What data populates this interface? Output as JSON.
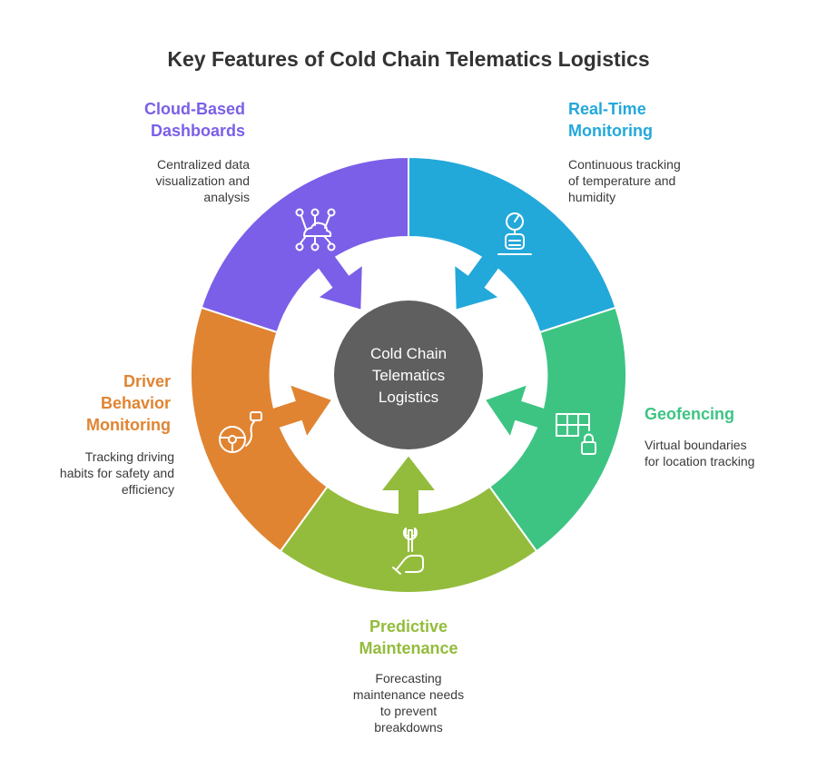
{
  "title": "Key Features of Cold Chain Telematics Logistics",
  "center": {
    "line1": "Cold Chain",
    "line2": "Telematics",
    "line3": "Logistics"
  },
  "features": [
    {
      "label_lines": [
        "Cloud-Based",
        "Dashboards"
      ],
      "description_lines": [
        "Centralized data",
        "visualization and",
        "analysis"
      ],
      "color": "#7B5FE8",
      "icon": "cloud-network-icon"
    },
    {
      "label_lines": [
        "Real-Time",
        "Monitoring"
      ],
      "description_lines": [
        "Continuous tracking",
        "of temperature and",
        "humidity"
      ],
      "color": "#23A8DA",
      "icon": "gauge-monitor-icon"
    },
    {
      "label_lines": [
        "Geofencing"
      ],
      "description_lines": [
        "Virtual boundaries",
        "for location tracking"
      ],
      "color": "#3DC483",
      "icon": "grid-lock-icon"
    },
    {
      "label_lines": [
        "Driver",
        "Behavior",
        "Monitoring"
      ],
      "description_lines": [
        "Tracking driving",
        "habits for safety and",
        "efficiency"
      ],
      "color": "#E08432",
      "icon": "steering-wheel-icon"
    },
    {
      "label_lines": [
        "Predictive",
        "Maintenance"
      ],
      "description_lines": [
        "Forecasting",
        "maintenance needs",
        "to prevent",
        "breakdowns"
      ],
      "color": "#93BC3C",
      "icon": "wrench-hand-icon"
    }
  ],
  "colors": {
    "hub": "#5F5F5F",
    "title": "#333333",
    "text": "#3A3A3A"
  }
}
